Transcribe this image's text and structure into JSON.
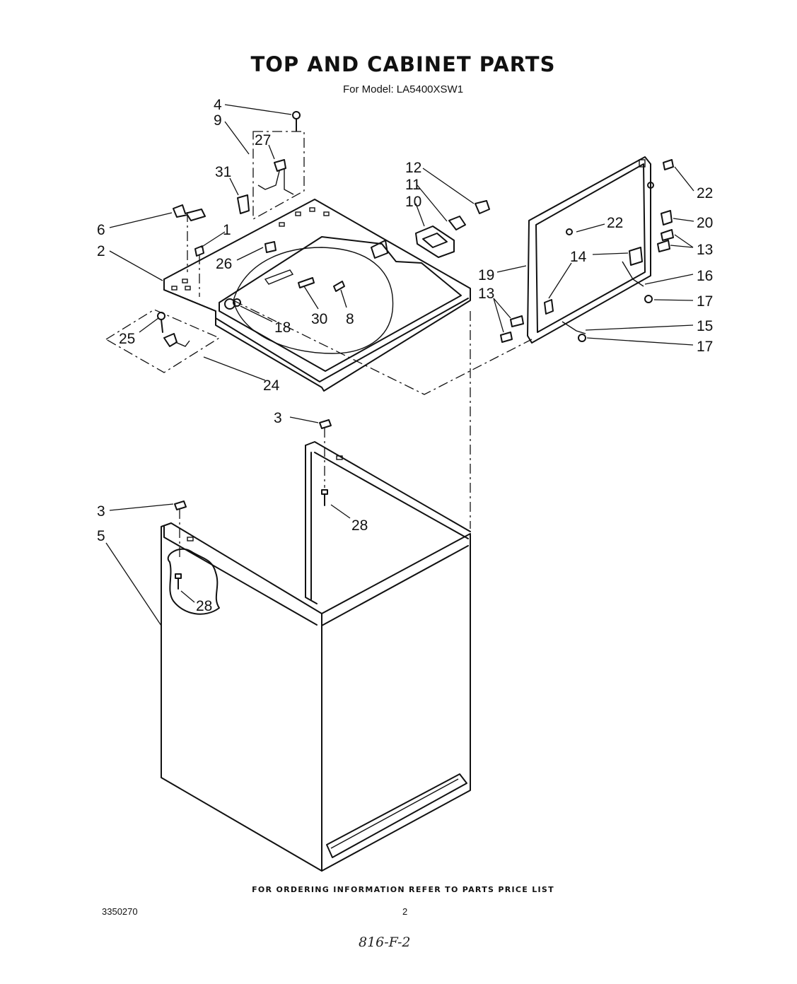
{
  "page": {
    "title": "TOP AND CABINET PARTS",
    "model_line": "For Model: LA5400XSW1",
    "footer_note": "FOR ORDERING INFORMATION REFER TO PARTS PRICE LIST",
    "doc_number": "3350270",
    "page_number": "2",
    "handwritten_note": "816-F-2"
  },
  "callouts": [
    {
      "id": "c4",
      "label": "4"
    },
    {
      "id": "c9",
      "label": "9"
    },
    {
      "id": "c27",
      "label": "27"
    },
    {
      "id": "c31",
      "label": "31"
    },
    {
      "id": "c6",
      "label": "6"
    },
    {
      "id": "c1",
      "label": "1"
    },
    {
      "id": "c2",
      "label": "2"
    },
    {
      "id": "c26",
      "label": "26"
    },
    {
      "id": "c30",
      "label": "30"
    },
    {
      "id": "c8",
      "label": "8"
    },
    {
      "id": "c18",
      "label": "18"
    },
    {
      "id": "c25",
      "label": "25"
    },
    {
      "id": "c24",
      "label": "24"
    },
    {
      "id": "c12",
      "label": "12"
    },
    {
      "id": "c11",
      "label": "11"
    },
    {
      "id": "c10",
      "label": "10"
    },
    {
      "id": "c22a",
      "label": "22"
    },
    {
      "id": "c22b",
      "label": "22"
    },
    {
      "id": "c20",
      "label": "20"
    },
    {
      "id": "c13a",
      "label": "13"
    },
    {
      "id": "c14",
      "label": "14"
    },
    {
      "id": "c19",
      "label": "19"
    },
    {
      "id": "c16",
      "label": "16"
    },
    {
      "id": "c13b",
      "label": "13"
    },
    {
      "id": "c17a",
      "label": "17"
    },
    {
      "id": "c15",
      "label": "15"
    },
    {
      "id": "c17b",
      "label": "17"
    },
    {
      "id": "c3a",
      "label": "3"
    },
    {
      "id": "c28a",
      "label": "28"
    },
    {
      "id": "c3b",
      "label": "3"
    },
    {
      "id": "c5",
      "label": "5"
    },
    {
      "id": "c28b",
      "label": "28"
    }
  ]
}
